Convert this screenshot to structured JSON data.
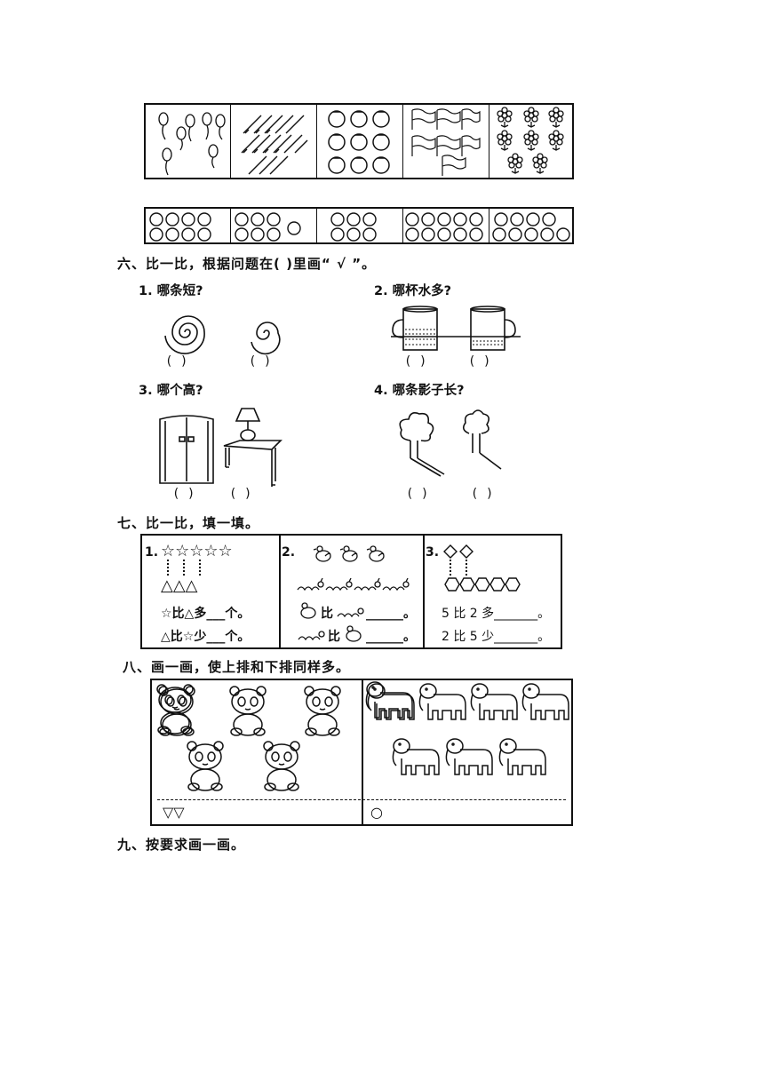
{
  "section6": {
    "title": "六、比一比，根据问题在(    )里画“ √ ”。",
    "q1": "1. 哪条短?",
    "q2": "2. 哪杯水多?",
    "q3": "3. 哪个高?",
    "q4": "4. 哪条影子长?",
    "paren": "(    )"
  },
  "section7": {
    "title": "七、比一比，填一填。",
    "p1_num": "1.",
    "p1_stars": "☆☆☆☆☆",
    "p1_triangles": "△△△",
    "p1_line1": "☆比△多___个。",
    "p1_line2": "△比☆少___个。",
    "p2_num": "2.",
    "p2_line1_tail": "比",
    "p2_blank1": "______。",
    "p2_line2_tail": "比",
    "p2_blank2": "______。",
    "p3_num": "3.",
    "p3_line1": "5 比 2 多_______。",
    "p3_line2": "2 比 5 少_______。"
  },
  "section8": {
    "title": "八、画一画，使上排和下排同样多。",
    "left_shapes": "▽▽",
    "right_shapes": "○"
  },
  "section9": {
    "title": "九、按要求画一画。"
  }
}
